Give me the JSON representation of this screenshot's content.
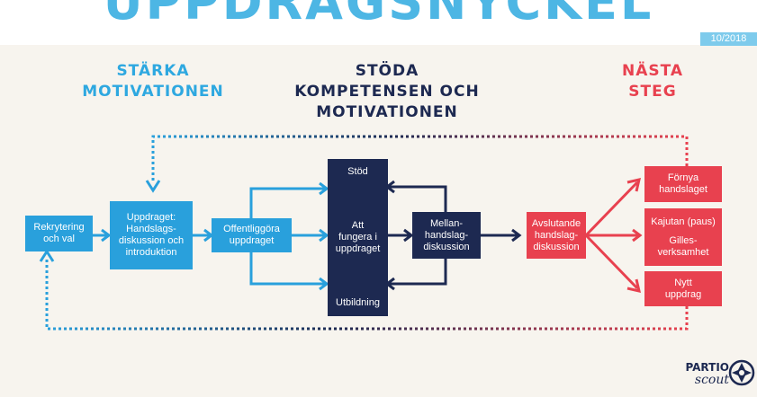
{
  "title": "UPPDRAGSNYCKEL",
  "date": "10/2018",
  "headings": {
    "left": [
      "STÄRKA",
      "MOTIVATIONEN"
    ],
    "center": [
      "STÖDA",
      "KOMPETENSEN OCH",
      "MOTIVATIONEN"
    ],
    "right": [
      "NÄSTA",
      "STEG"
    ]
  },
  "boxes": {
    "rekrytering": [
      "Rekrytering",
      "och val"
    ],
    "uppdraget": [
      "Uppdraget:",
      "Handslags-",
      "diskussion och",
      "introduktion"
    ],
    "offentliggora": [
      "Offentliggöra",
      "uppdraget"
    ],
    "center_top": "Stöd",
    "center_middle": [
      "Att",
      "fungera i",
      "uppdraget"
    ],
    "center_bottom": "Utbildning",
    "mellan": [
      "Mellan-",
      "handslag-",
      "diskussion"
    ],
    "avslutande": [
      "Avslutande",
      "handslag-",
      "diskussion"
    ],
    "fornya": [
      "Förnya",
      "handslaget"
    ],
    "kajutan": "Kajutan (paus)",
    "gilles": [
      "Gilles-",
      "verksamhet"
    ],
    "nytt": [
      "Nytt",
      "uppdrag"
    ]
  },
  "logo": {
    "line1": "PARTIO",
    "line2": "scout"
  },
  "colors": {
    "title": "#4db6e4",
    "light_blue": "#29a0dc",
    "navy": "#1d2951",
    "red": "#e8414f",
    "background": "#f7f4ee"
  }
}
